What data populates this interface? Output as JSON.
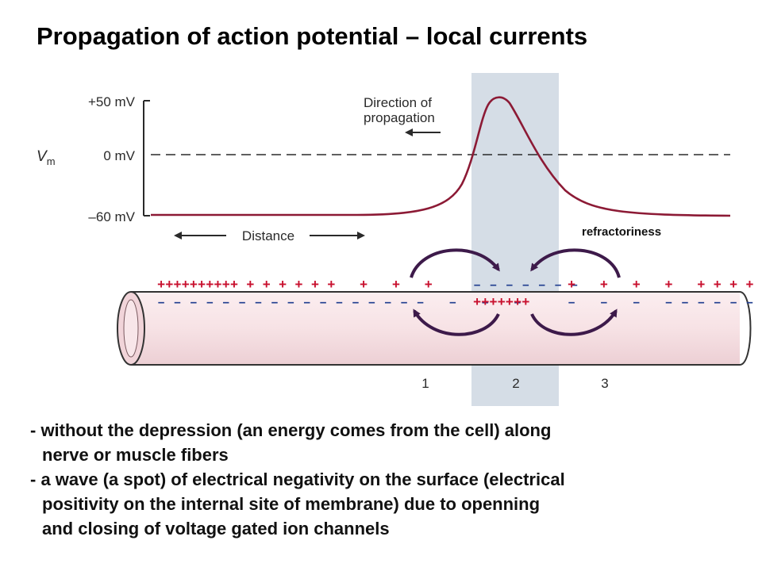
{
  "slide": {
    "title": "Propagation of action potential – local currents"
  },
  "figure": {
    "y_axis": {
      "label_main": "V",
      "label_sub": "m",
      "ticks": [
        "+50 mV",
        "0 mV",
        "–60 mV"
      ]
    },
    "direction_label": [
      "Direction of",
      "propagation"
    ],
    "distance_label": "Distance",
    "refractoriness_label": "refractoriness",
    "region_numbers": [
      "1",
      "2",
      "3"
    ],
    "charges": {
      "outer_left": "++++++++++ + + + + + +   +   +   +",
      "outer_mid": "– – – – – – –",
      "outer_right": "+   +   +   +   + + + + + + +",
      "inner_left": "– – – – – – – – – – – – – – – – –   –   –   –",
      "inner_mid": "+++++++",
      "inner_right": "–   –   –   – – – – – –"
    },
    "colors": {
      "trace": "#8c1a35",
      "arrows": "#3d1a4a",
      "plus": "#c8102e",
      "minus": "#1f3d8f",
      "highlight_band": "#d5dde6",
      "membrane_fill": "#f7e2e5"
    }
  },
  "bullets": [
    {
      "text": "- without the depression (an energy comes from the cell) along",
      "indent": false
    },
    {
      "text": "nerve or muscle fibers",
      "indent": true
    },
    {
      "text": "- a wave (a spot) of electrical negativity on the surface (electrical",
      "indent": false
    },
    {
      "text": "positivity on the internal site of membrane) due to openning",
      "indent": true
    },
    {
      "text": "and closing of voltage gated ion channels",
      "indent": true
    }
  ]
}
